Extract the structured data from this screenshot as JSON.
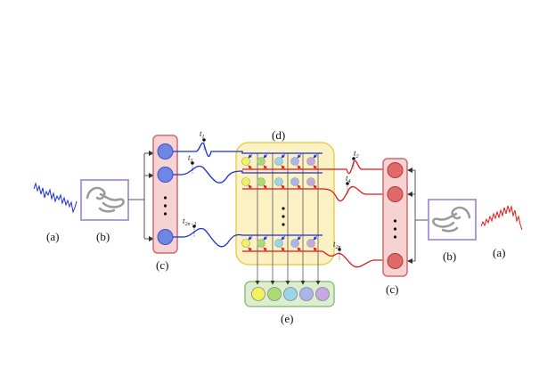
{
  "labels": {
    "a_left": "(a)",
    "b_left": "(b)",
    "c_left": "(c)",
    "d": "(d)",
    "e": "(e)",
    "c_right": "(c)",
    "b_right": "(b)",
    "a_right": "(a)"
  },
  "time_labels": {
    "t1": "t",
    "t1_sub": "1",
    "t3": "t",
    "t3_sub": "3",
    "t2n1": "t",
    "t2n1_sub": "2n−1",
    "t2": "t",
    "t2_sub": "2",
    "t4": "t",
    "t4_sub": "4",
    "t2n": "t",
    "t2n_sub": "2n"
  },
  "colors": {
    "left_signal": "#1a2fd6",
    "right_signal": "#e01818",
    "left_neuron": "#6f86e6",
    "right_neuron": "#e06a6a",
    "left_panel_fill": "#f6d2d2",
    "left_panel_stroke": "#d46a6a",
    "right_panel_fill": "#f6d2d2",
    "middle_panel_fill": "#fbf1c2",
    "middle_panel_stroke": "#e6cf55",
    "output_panel_fill": "#dcedd0",
    "output_panel_stroke": "#8ec27a",
    "ear_box_fill": "#ffffff",
    "ear_box_stroke": "#a98fd6",
    "out_yellow": "#f2f25a",
    "out_green": "#a9dc73",
    "out_cyan": "#9ad4ea",
    "out_blue": "#a9b5ee",
    "out_purple": "#c6a8e0"
  }
}
